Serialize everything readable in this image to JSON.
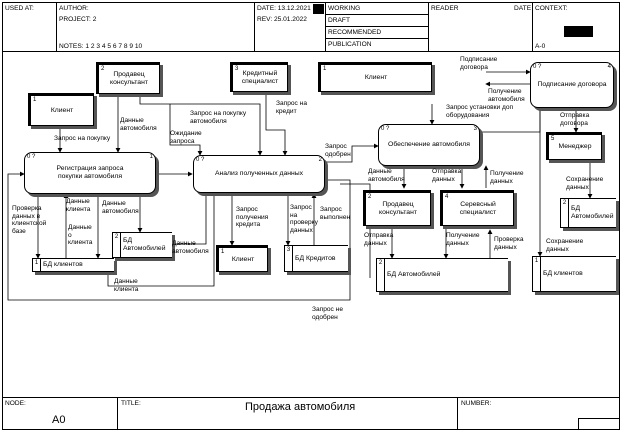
{
  "header": {
    "used_at": "USED AT:",
    "author": "AUTHOR:",
    "project": "PROJECT: 2",
    "notes": "NOTES: 1 2 3 4 5 6 7 8 9 10",
    "date": "DATE: 13.12.2021",
    "rev": "REV:  25.01.2022",
    "working": "WORKING",
    "draft": "DRAFT",
    "recommended": "RECOMMENDED",
    "publication": "PUBLICATION",
    "reader": "READER",
    "date2": "DATE",
    "context": "CONTEXT:",
    "node_code": "A-0"
  },
  "footer": {
    "node_label": "NODE:",
    "node_value": "A0",
    "title_label": "TITLE:",
    "title_value": "Продажа автомобиля",
    "number_label": "NUMBER:"
  },
  "entities": {
    "seller": "Продавец\nконсультант",
    "seller_num": "2",
    "credit": "Кредитный\nспециалист",
    "credit_num": "3",
    "client_top": "Клиент",
    "client_top_num": "1",
    "client_left": "Клиент",
    "client_left_num": "1",
    "client_mid": "Клиент",
    "client_mid_num": "1",
    "manager": "Менеджер",
    "manager_num": "5",
    "seller2": "Продавец\nконсультант",
    "seller2_num": "2",
    "service": "Серевсный\nспециалист",
    "service_num": "4"
  },
  "processes": {
    "p1": "Регистрация запроса\nпокупки автомобиля",
    "p1_num": "0 ?",
    "p1_id": "1",
    "p2": "Анализ полученных данных",
    "p2_num": "0 ?",
    "p2_id": "2",
    "p3": "Обеспечение автомобиля",
    "p3_num": "0 ?",
    "p3_id": "3",
    "p4": "Подписание договора",
    "p4_num": "0 ?",
    "p4_id": "4"
  },
  "stores": {
    "s1": "БД клиентов",
    "s1_num": "1",
    "s2": "БД\nАвтомобилей",
    "s2_num": "2",
    "s3": "БД Кредитов",
    "s3_num": "3",
    "s4": "БД Автомобилей",
    "s4_num": "2",
    "s5": "БД\nАвтомобилей",
    "s5_num": "2",
    "s6": "БД клиентов",
    "s6_num": "1"
  },
  "flows": {
    "f1": "Запрос на покупку",
    "f2": "Данные\nавтомобиля",
    "f3": "Запрос на покупку\nавтомобиля",
    "f4": "Ожидание\nзапроса",
    "f5": "Запрос на\nкредит",
    "f6": "Запрос\nодобрен",
    "f7": "Подписание\nдоговора",
    "f8": "Получение\nавтомобиля",
    "f9": "Запрос установки доп\nоборудования",
    "f10": "Отправка\nдоговора",
    "f11": "Сохранение\nданных",
    "f12": "Сохранение\nданных",
    "f13": "Проверка\nданных в\nклиентской\nбазе",
    "f14": "Данные\nклиента",
    "f15": "Данные\nавтомобиля",
    "f16": "Данные\nо\nклиента",
    "f17": "Данные\nавтомобиля",
    "f18": "Данные\nклиента",
    "f19": "Запрос\nполучения\nкредита",
    "f20": "Запрос\nна\nпроверку\nданных",
    "f21": "Запрос\nвыполнен",
    "f22": "Запрос не\nодобрен",
    "f23": "Данные\nавтомобиля",
    "f24": "Отправка\nданных",
    "f25": "Получение\nданных",
    "f26": "Отправка\nданных",
    "f27": "Получение\nданных",
    "f28": "Проверка\nданных"
  }
}
